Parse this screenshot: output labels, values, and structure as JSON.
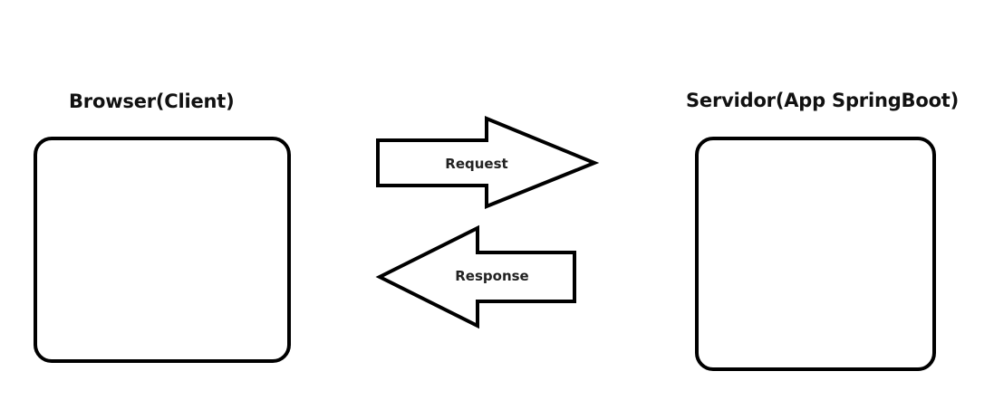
{
  "client": {
    "title": "Browser(Client)"
  },
  "server": {
    "title": "Servidor(App SpringBoot)"
  },
  "arrows": {
    "request_label": "Request",
    "response_label": "Response"
  },
  "colors": {
    "stroke": "#000000",
    "background": "#ffffff",
    "text": "#111111"
  }
}
